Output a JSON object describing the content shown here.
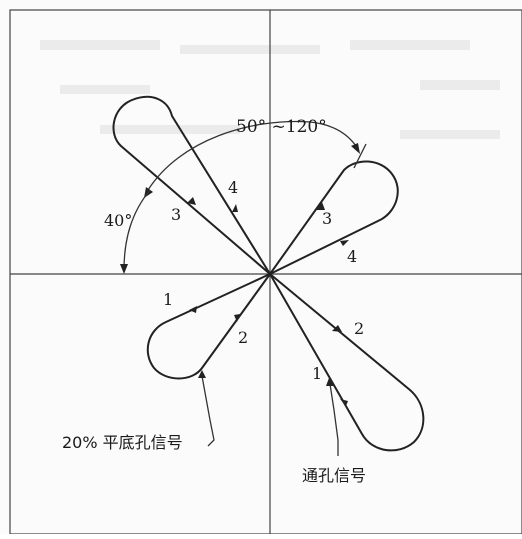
{
  "labels": {
    "angle_range": "50° ~120°",
    "angle_40": "40°",
    "flat_bottom_signal": "20% 平底孔信号",
    "through_hole_signal": "通孔信号"
  },
  "lobes": {
    "upper_left": {
      "a": "3",
      "b": "4"
    },
    "upper_right": {
      "a": "3",
      "b": "4"
    },
    "lower_left": {
      "a": "1",
      "b": "2"
    },
    "lower_right": {
      "a": "1",
      "b": "2"
    }
  },
  "colors": {
    "ink": "#222222",
    "background": "#fbfbfb"
  }
}
